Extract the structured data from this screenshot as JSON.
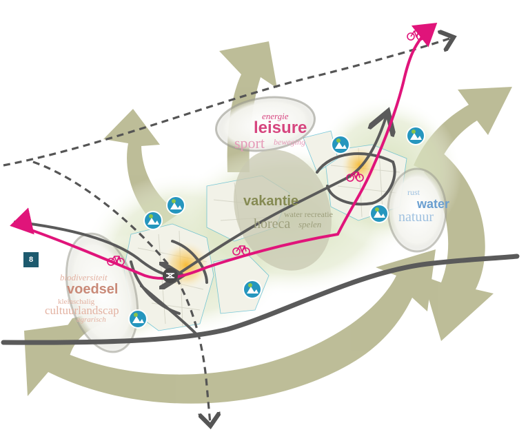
{
  "badge": "8",
  "zones": {
    "leisure": {
      "energie": "energie",
      "leisure": "leisure",
      "sport": "sport",
      "beweging": "beweging",
      "color": "#d6457f"
    },
    "vakantie": {
      "vakantie": "vakantie",
      "water_recreatie": "water recreatie",
      "horeca": "horeca",
      "spelen": "spelen",
      "color": "#8a8e5c"
    },
    "water": {
      "rust": "rust",
      "water": "water",
      "natuur": "natuur",
      "color": "#6a9fd0"
    },
    "voedsel": {
      "biodiversiteit": "biodiversiteit",
      "voedsel": "voedsel",
      "kleinschalig": "kleinschalig",
      "cultuurlandscap": "cultuurlandscap",
      "agrarisch": "agrarisch",
      "color": "#c98a78"
    }
  },
  "icons": {
    "station": "train-station-icon",
    "bike": "bicycle-icon",
    "nature": "nature-recreation-icon"
  },
  "colors": {
    "arrow_fill": "#b7b78f",
    "bike_route": "#e0147a",
    "road": "#5a5a5a",
    "dashed": "#555555",
    "nature_badge": "#2596be",
    "glow": "#f5b830"
  }
}
